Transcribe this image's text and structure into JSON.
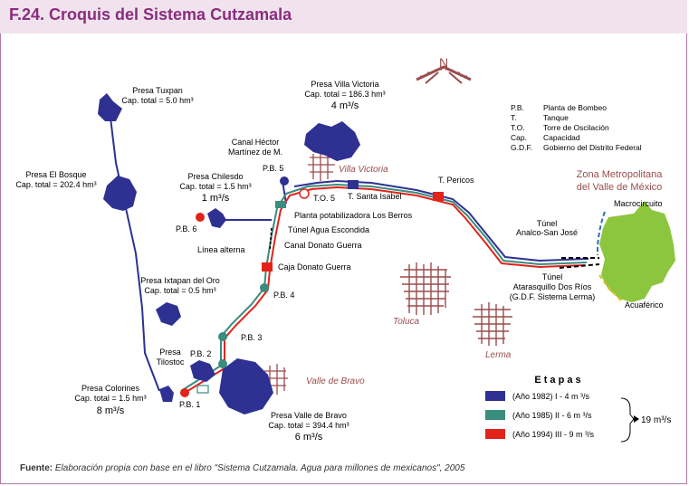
{
  "header": {
    "title": "F.24. Croquis del Sistema Cutzamala"
  },
  "colors": {
    "blue": "#2e3192",
    "green": "#3a8c7e",
    "red": "#e2231a",
    "city": "#9a4c4c",
    "metro": "#8cc63f",
    "header_bg": "#f1e3ee",
    "title": "#8a2d7d"
  },
  "compass": {
    "label": "N"
  },
  "dams": {
    "tuxpan": {
      "name": "Presa Tuxpan",
      "cap": "Cap. total = 5.0 hm³"
    },
    "bosque": {
      "name": "Presa El Bosque",
      "cap": "Cap. total = 202.4 hm³"
    },
    "chilesdo": {
      "name": "Presa Chilesdo",
      "cap": "Cap. total = 1.5 hm³",
      "flow": "1 m³/s"
    },
    "villa_victoria": {
      "name": "Presa Villa Victoria",
      "cap": "Cap. total = 186.3 hm³",
      "flow": "4 m³/s"
    },
    "ixtapan": {
      "name": "Presa Ixtapan del Oro",
      "cap": "Cap. total = 0.5 hm³"
    },
    "tilostoc": {
      "name_1": "Presa",
      "name_2": "Tilostoc"
    },
    "colorines": {
      "name": "Presa Colorines",
      "cap": "Cap. total = 1.5 hm³",
      "flow": "8 m³/s"
    },
    "valle_bravo": {
      "name": "Presa Valle de Bravo",
      "cap": "Cap. total = 394.4 hm³",
      "flow": "6 m³/s"
    }
  },
  "structures": {
    "canal_hector_1": "Canal Héctor",
    "canal_hector_2": "Martínez de M.",
    "pb5": "P.B. 5",
    "to5": "T.O. 5",
    "t_santa_isabel": "T. Santa Isabel",
    "t_pericos": "T. Pericos",
    "planta": "Planta potabilizadora Los Berros",
    "tunel_agua": "Túnel Agua Escondida",
    "linea_alterna": "Línea alterna",
    "canal_donato": "Canal Donato Guerra",
    "caja_donato": "Caja Donato Guerra",
    "pb6": "P.B. 6",
    "pb4": "P.B. 4",
    "pb3": "P.B. 3",
    "pb2": "P.B. 2",
    "pb1": "P.B. 1",
    "tunel_analco_1": "Túnel",
    "tunel_analco_2": "Analco-San José",
    "macrocircuito": "Macrocircuito",
    "tunel_dos_rios_1": "Túnel",
    "tunel_dos_rios_2": "Atarasquillo Dos Ríos",
    "tunel_dos_rios_3": "(G.D.F. Sistema Lerma)",
    "acuaferico": "Acuaférico"
  },
  "cities": {
    "villa_victoria": "Villa Victoria",
    "toluca": "Toluca",
    "lerma": "Lerma",
    "valle_bravo": "Valle de Bravo",
    "zona_1": "Zona Metropolitana",
    "zona_2": "del Valle de México"
  },
  "abbreviations": [
    {
      "abbr": "P.B.",
      "meaning": "Planta de Bombeo"
    },
    {
      "abbr": "T.",
      "meaning": "Tanque"
    },
    {
      "abbr": "T.O.",
      "meaning": "Torre de Oscilación"
    },
    {
      "abbr": "Cap.",
      "meaning": "Capacidad"
    },
    {
      "abbr": "G.D.F.",
      "meaning": "Gobierno del Distrito Federal"
    }
  ],
  "etapas": {
    "title": "E t a p a s",
    "items": [
      {
        "label": "(Año 1982)  I - 4 m  ³/s",
        "color": "#2e3192"
      },
      {
        "label": "(Año 1985)  II - 6 m  ³/s",
        "color": "#3a8c7e"
      },
      {
        "label": "(Año 1994)  III - 9 m  ³/s",
        "color": "#e2231a"
      }
    ],
    "total": "19 m³/s"
  },
  "footer": {
    "label": "Fuente:",
    "text": " Elaboración propia con base en el libro \"Sistema Cutzamala. Agua para millones de mexicanos\", 2005"
  }
}
